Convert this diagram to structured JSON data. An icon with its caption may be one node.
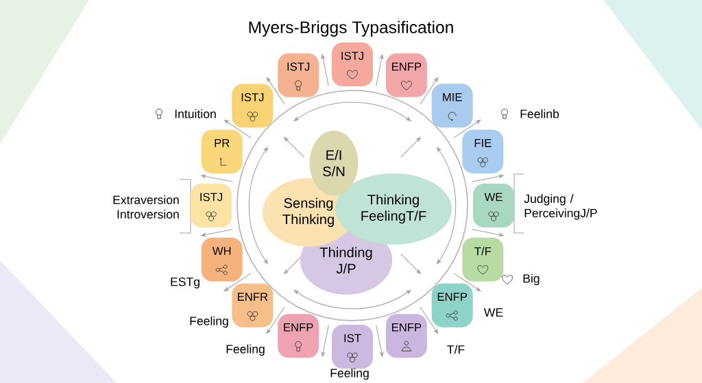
{
  "diagram": {
    "title": "Myers-Briggs Typasification",
    "nodes": [
      {
        "text": [
          "E/I S/N"
        ]
      },
      {
        "text": [
          "Sensing Thinking"
        ]
      },
      {
        "text": [
          "Thinking FeelingT/F"
        ]
      },
      {
        "text": [
          "Thinding J/P"
        ]
      },
      {
        "text": [
          "ISTJ"
        ]
      },
      {
        "text": [
          "ENFP"
        ]
      },
      {
        "text": [
          "MIE"
        ]
      },
      {
        "text": [
          "FIE"
        ]
      },
      {
        "text": [
          "WE"
        ]
      },
      {
        "text": [
          "T/F"
        ]
      },
      {
        "text": [
          "ENFP"
        ]
      },
      {
        "text": [
          "ENFP"
        ]
      },
      {
        "text": [
          "IST"
        ]
      },
      {
        "text": [
          "ENFP"
        ]
      },
      {
        "text": [
          "ENFR"
        ]
      },
      {
        "text": [
          "WH"
        ]
      },
      {
        "text": [
          "ISTJ"
        ]
      },
      {
        "text": [
          "PR"
        ]
      },
      {
        "text": [
          "ISTJ"
        ]
      },
      {
        "text": [
          "ISTJ"
        ]
      }
    ],
    "labels": [
      "Intuition",
      "Feelinb",
      "Extraversion Introversion",
      "Judging / PerceivingJ/P",
      "Big",
      "ESTg",
      "WE",
      "Feeling",
      "T/F",
      "Feeling",
      "Feeling"
    ]
  }
}
